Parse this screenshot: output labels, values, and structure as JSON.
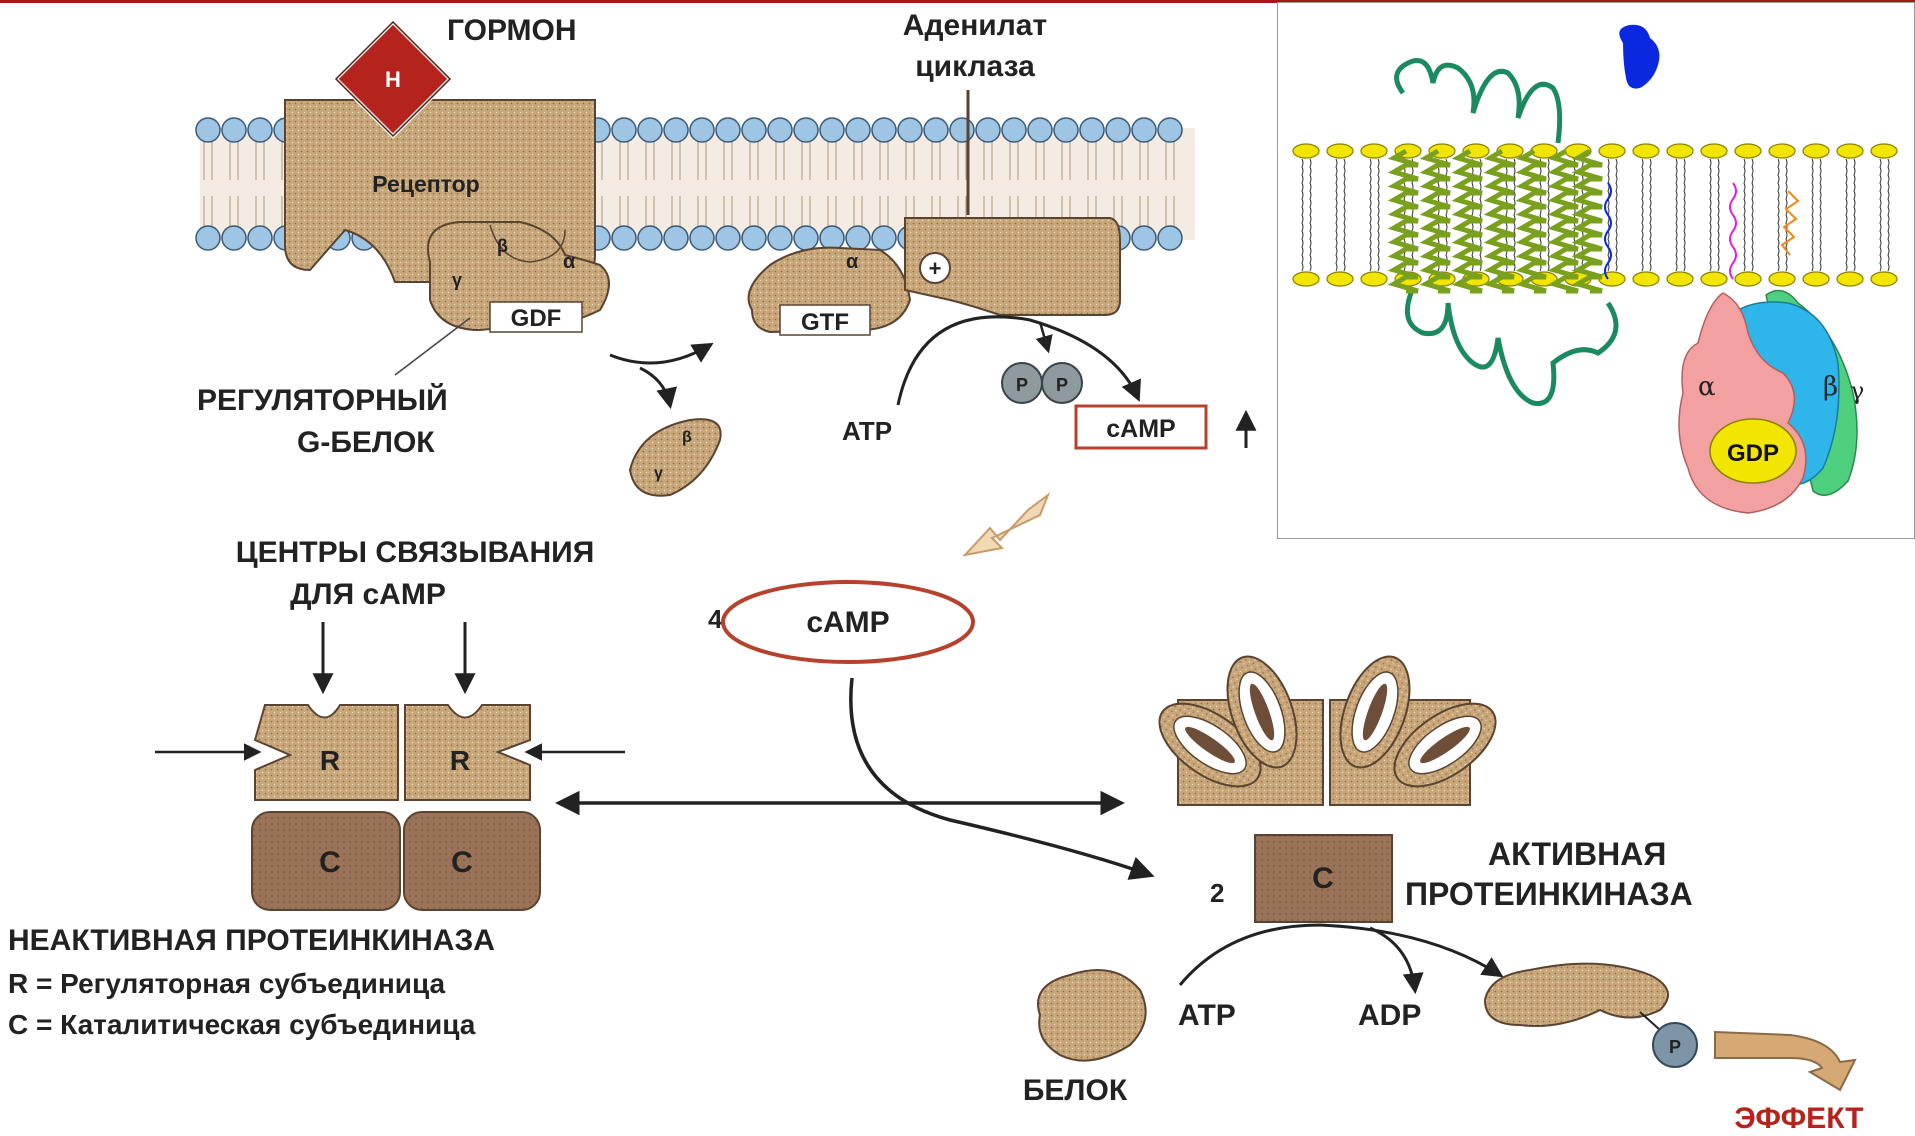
{
  "colors": {
    "protein": "#c8a679",
    "protein_dark": "#8b6a49",
    "catalytic": "#9b7358",
    "hormone": "#b5241c",
    "camp_ring": "#b5422c",
    "membrane_head": "#9ec5e3",
    "inset_head": "#f2e600",
    "helix": "#7aa11d",
    "loop": "#1c8a60",
    "alpha": "#f2a0a0",
    "beta": "#2eb6ea",
    "gamma": "#4ecf7d",
    "ligand": "#0a28e0"
  },
  "labels": {
    "hormone": "ГОРМОН",
    "hormone_symbol": "Н",
    "receptor": "Рецептор",
    "adenylate_1": "Аденилат",
    "adenylate_2": "циклаза",
    "gdf": "GDF",
    "gtf": "GTF",
    "reg_protein_1": "РЕГУЛЯТОРНЫЙ",
    "reg_protein_2": "G-БЕЛОК",
    "atp_top": "ATP",
    "p1": "P",
    "p2": "P",
    "camp_box": "cAMP",
    "binding_1": "ЦЕНТРЫ СВЯЗЫВАНИЯ",
    "binding_2": "ДЛЯ cAMP",
    "camp_count": "4",
    "camp_oval": "cAMP",
    "r_left": "R",
    "r_right": "R",
    "c_left": "C",
    "c_right": "C",
    "inactive_pk": "НЕАКТИВНАЯ ПРОТЕИНКИНАЗА",
    "legend_r": "R = Регуляторная субъединица",
    "legend_c": "C = Каталитическая субъединица",
    "active_1": "АКТИВНАЯ",
    "active_2": "ПРОТЕИНКИНАЗА",
    "c_active": "C",
    "c_count": "2",
    "atp_bottom": "ATP",
    "adp": "ADP",
    "protein_label": "БЕЛОК",
    "p_effect": "P",
    "effect": "ЭФФЕКТ",
    "alpha_top": "α",
    "beta_top": "β",
    "gamma_top": "γ",
    "plus": "+"
  },
  "inset": {
    "alpha": "α",
    "beta": "β",
    "gamma": "γ",
    "gdp": "GDP"
  }
}
